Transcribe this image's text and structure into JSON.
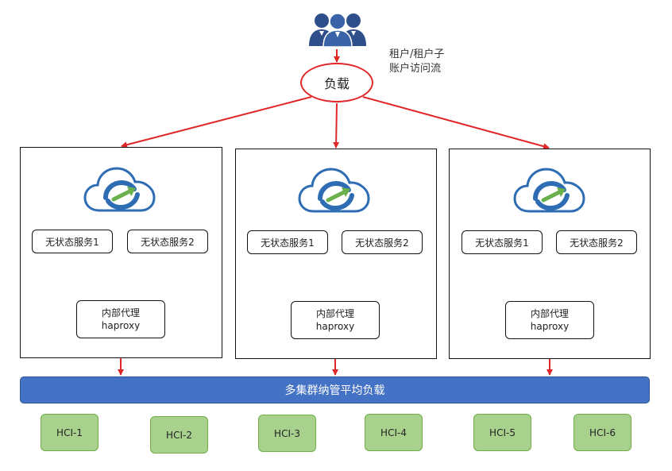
{
  "users": {
    "icon": "users-icon",
    "label_line1": "租户/租户子",
    "label_line2": "账户访问流"
  },
  "load_balancer": {
    "label": "负载"
  },
  "clusters": [
    {
      "service_1": "无状态服务1",
      "service_2": "无状态服务2",
      "proxy_line1": "内部代理",
      "proxy_line2": "haproxy",
      "icon": "cloud-sync-icon"
    },
    {
      "service_1": "无状态服务1",
      "service_2": "无状态服务2",
      "proxy_line1": "内部代理",
      "proxy_line2": "haproxy",
      "icon": "cloud-sync-icon"
    },
    {
      "service_1": "无状态服务1",
      "service_2": "无状态服务2",
      "proxy_line1": "内部代理",
      "proxy_line2": "haproxy",
      "icon": "cloud-sync-icon"
    }
  ],
  "multi_cluster_bar": {
    "label": "多集群纳管平均负载"
  },
  "hci_nodes": [
    "HCI-1",
    "HCI-2",
    "HCI-3",
    "HCI-4",
    "HCI-5",
    "HCI-6"
  ],
  "colors": {
    "red_arrow": "#e0282a",
    "blue_arrow": "#4472c4",
    "bar_fill": "#4472c4",
    "hci_fill": "#a9d18e",
    "cloud_blue": "#2e6db4",
    "cloud_green": "#6ab04c"
  }
}
